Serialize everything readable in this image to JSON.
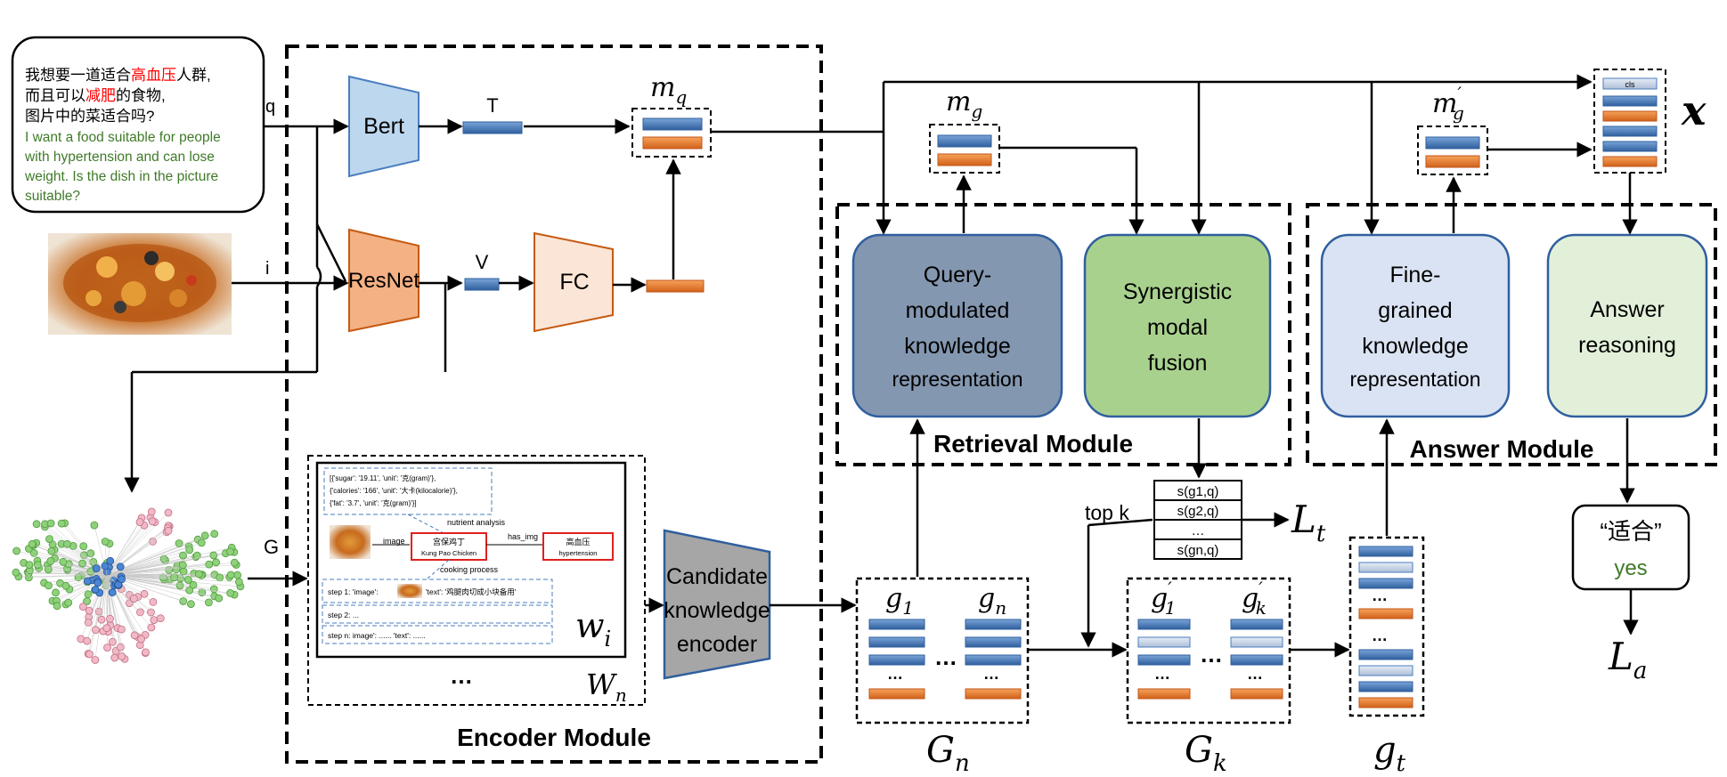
{
  "query": {
    "zh_line1_a": "我想要一道适合",
    "zh_line1_hl1": "高血压",
    "zh_line1_b": "人群,",
    "zh_line2_a": "而且可以",
    "zh_line2_hl": "减肥",
    "zh_line2_b": "的食物,",
    "zh_line3": "图片中的菜适合吗?",
    "en_lines": [
      "I want a food suitable for people",
      "with hypertension and can lose",
      "weight. Is the dish in the picture",
      "suitable?"
    ],
    "highlight_color": "#ff0000",
    "english_color": "#3f7a28"
  },
  "labels": {
    "q": "q",
    "i": "i",
    "G": "G",
    "T": "T",
    "V": "V",
    "m_q": "m",
    "m_q_sub": "q",
    "m_g": "m",
    "m_g_sub": "g",
    "m_g_prime": "m",
    "m_g_prime_sub": "g",
    "prime": "′",
    "x": "x",
    "cls": "cls",
    "W_n": "W",
    "W_n_sub": "n",
    "w_i": "w",
    "w_i_sub": "i",
    "ellipsis_kb": "…",
    "top_k": "top k",
    "L_t": "L",
    "L_t_sub": "t",
    "L_a": "L",
    "L_a_sub": "a",
    "G_n": "G",
    "G_n_sub": "n",
    "G_k": "G",
    "G_k_sub": "k",
    "g_t": "g",
    "g_t_sub": "t",
    "g1": "g",
    "g1_sub": "1",
    "gn": "g",
    "gn_sub": "n",
    "gk1": "g",
    "gk1_sub": "1",
    "gkk": "g",
    "gkk_sub": "k",
    "dots": "…",
    "vdots": "…"
  },
  "blocks": {
    "bert": "Bert",
    "resnet": "ResNet",
    "fc": "FC",
    "cke_lines": [
      "Candidate",
      "knowledge",
      "encoder"
    ],
    "qmkr_lines": [
      "Query-",
      "modulated",
      "knowledge",
      "representation"
    ],
    "smf_lines": [
      "Synergistic",
      "modal",
      "fusion"
    ],
    "fgkr_lines": [
      "Fine-",
      "grained",
      "knowledge",
      "representation"
    ],
    "ar_lines": [
      "Answer",
      "reasoning"
    ]
  },
  "modules": {
    "encoder": "Encoder Module",
    "retrieval": "Retrieval Module",
    "answer": "Answer  Module"
  },
  "scores": [
    "s(g1,q)",
    "s(g2,q)",
    "…",
    "s(gn,q)"
  ],
  "answer": {
    "zh": "“适合”",
    "en": "yes",
    "en_color": "#3f7a28"
  },
  "kg_card": {
    "line1": "[{'sugar': '19.11', 'unit': '克(gram)'},",
    "line2": "{'calories': '166', 'unit': '大卡(kilocalorie)'},",
    "line3": "{'fat': '3.7', 'unit': '克(gram)'}]",
    "nutrient": "nutrient analysis",
    "image": "image",
    "dish_zh": "宫保鸡丁",
    "dish_en": "Kung Pao Chicken",
    "has_img": "has_img",
    "cond_zh": "高血压",
    "cond_en": "hypertension",
    "cooking": "cooking process",
    "step1_a": "step 1: 'image':",
    "step1_b": "'text': '鸡腿肉切成小块备用'",
    "step_dots": "step 2: ...",
    "stepn": "step n: image': ......        'text': ......"
  },
  "colors": {
    "blue_bar": "#4a7ebf",
    "orange_bar": "#e8792a",
    "light_bar": "#c9d6e8",
    "bert_fill": "#bdd7ee",
    "resnet_fill": "#f4b183",
    "fc_fill": "#fbe5d6",
    "cke_fill": "#a6a6a6",
    "qmkr_fill": "#8497b0",
    "smf_fill": "#a9d18e",
    "fgkr_fill": "#dae3f3",
    "ar_fill": "#e2f0d9"
  }
}
